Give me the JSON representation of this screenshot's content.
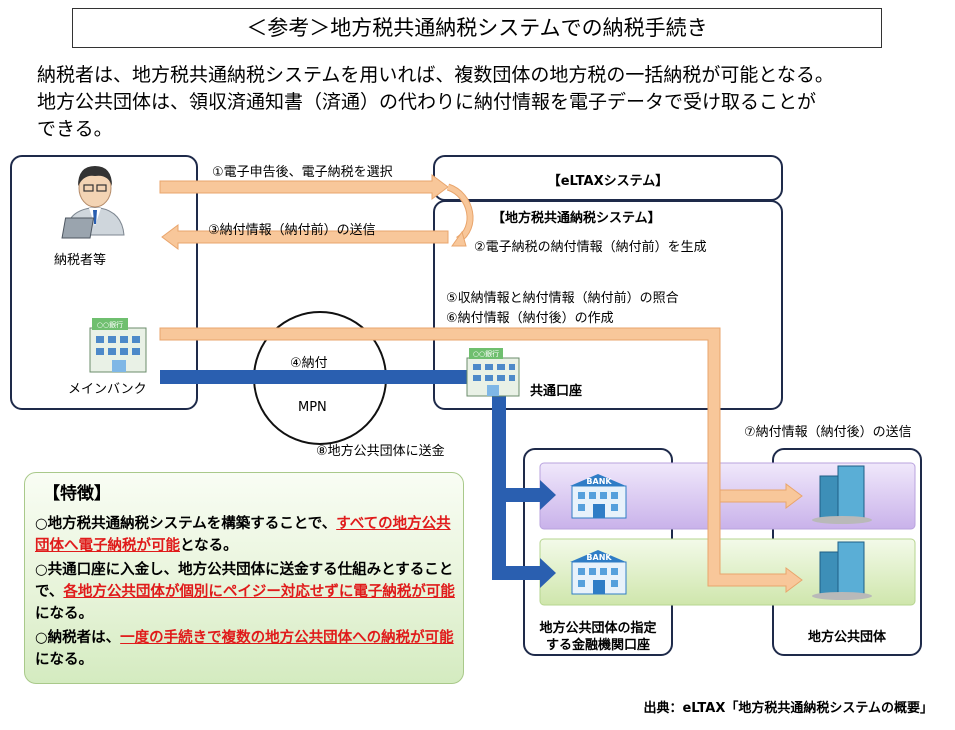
{
  "title": "＜参考＞地方税共通納税システムでの納税手続き",
  "intro": {
    "line1": "納税者は、地方税共通納税システムを用いれば、複数団体の地方税の一括納税が可能となる。",
    "line2": "地方公共団体は、領収済通知書（済通）の代わりに納付情報を電子データで受け取ることが",
    "line3": "できる。"
  },
  "left_panel": {
    "taxpayer_label": "納税者等",
    "bank_label": "メインバンク",
    "bank_sign": "○○銀行"
  },
  "eltax_label": "【eLTAXシステム】",
  "common_system": {
    "label": "【地方税共通納税システム】",
    "step2": "②電子納税の納付情報（納付前）を生成",
    "step5": "⑤収納情報と納付情報（納付前）の照合",
    "step6": "⑥納付情報（納付後）の作成",
    "account_label": "共通口座",
    "account_sign": "○○銀行"
  },
  "steps": {
    "step1": "①電子申告後、電子納税を選択",
    "step3": "③納付情報（納付前）の送信",
    "step4": "④納付",
    "step7": "⑦納付情報（納付後）の送信",
    "step8": "⑧地方公共団体に送金"
  },
  "mpn_label": "MPN",
  "finance_panel": {
    "label_line1": "地方公共団体の指定",
    "label_line2": "する金融機関口座",
    "bank_word": "BANK"
  },
  "local_gov_label": "地方公共団体",
  "features": {
    "title": "【特徴】",
    "item1": {
      "pre": "○地方税共通納税システムを構築することで、",
      "red": "すべての地方公共団体へ電子納税が可能",
      "post": "となる。"
    },
    "item2": {
      "pre": "○共通口座に入金し、地方公共団体に送金する仕組みとすることで、",
      "red": "各地方公共団体が個別にペイジー対応せずに電子納税が可能",
      "post": "になる。"
    },
    "item3": {
      "pre": "○納税者は、",
      "red": "一度の手続きで複数の地方公共団体への納税が可能",
      "post": "になる。"
    }
  },
  "source": "出典：eLTAX「地方税共通納税システムの概要」",
  "colors": {
    "orange_arrow": "#f8c79a",
    "blue_arrow": "#2a5fb0",
    "panel_border": "#1e2a4a",
    "accent_red": "#e01b1b"
  }
}
